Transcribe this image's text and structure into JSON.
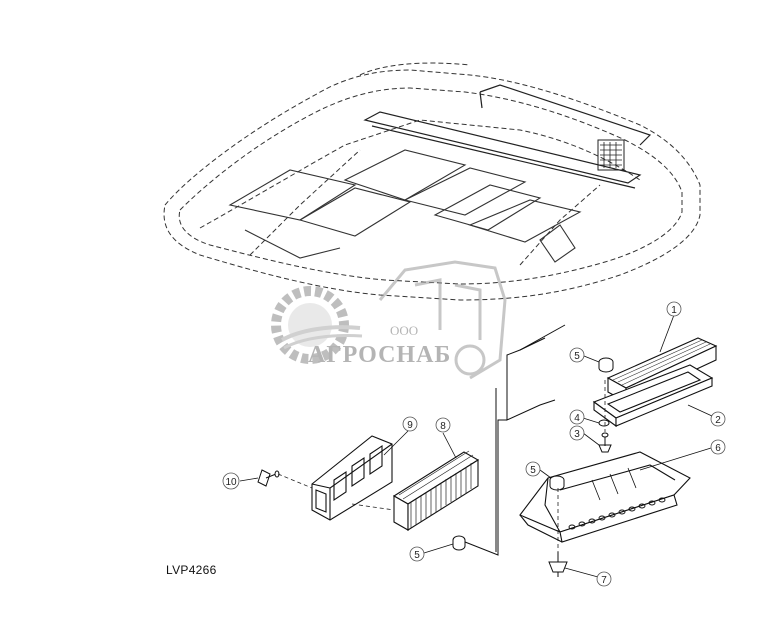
{
  "figure_code": "LVP4266",
  "callouts": [
    {
      "id": "1",
      "label": "1"
    },
    {
      "id": "2",
      "label": "2"
    },
    {
      "id": "3",
      "label": "3"
    },
    {
      "id": "4",
      "label": "4"
    },
    {
      "id": "5a",
      "label": "5"
    },
    {
      "id": "5b",
      "label": "5"
    },
    {
      "id": "5c",
      "label": "5"
    },
    {
      "id": "6",
      "label": "6"
    },
    {
      "id": "7",
      "label": "7"
    },
    {
      "id": "8",
      "label": "8"
    },
    {
      "id": "9",
      "label": "9"
    },
    {
      "id": "10",
      "label": "10"
    }
  ],
  "watermark": {
    "prefix": "ООО",
    "name": "АГРОСНАБ"
  }
}
